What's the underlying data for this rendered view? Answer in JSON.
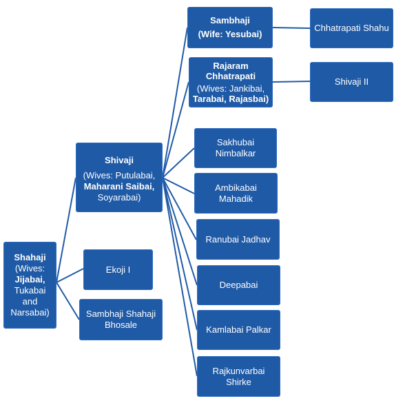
{
  "colors": {
    "node_fill": "#1f5aa6",
    "node_border": "#2e6cc0",
    "connector": "#1f5aa6",
    "text": "#ffffff"
  },
  "nodes": {
    "shahaji": {
      "lines": [
        "Shahaji",
        "(Wives:",
        "Jijabai,",
        "Tukabai",
        "and",
        "Narsabai)"
      ]
    },
    "shivaji": {
      "lines": [
        "Shivaji",
        "(Wives: Putulabai,",
        "Maharani Saibai,",
        "Soyarabai)"
      ]
    },
    "ekoji": {
      "lines": [
        "Ekoji I"
      ]
    },
    "sambhaji_shahaji": {
      "lines": [
        "Sambhaji Shahaji",
        "Bhosale"
      ]
    },
    "sambhaji": {
      "lines": [
        "Sambhaji",
        "(Wife: Yesubai)"
      ]
    },
    "rajaram": {
      "lines": [
        "Rajaram",
        "Chhatrapati",
        "(Wives: Jankibai,",
        "Tarabai, Rajasbai)"
      ]
    },
    "sakhubai": {
      "lines": [
        "Sakhubai",
        "Nimbalkar"
      ]
    },
    "ambikabai": {
      "lines": [
        "Ambikabai",
        "Mahadik"
      ]
    },
    "ranubai": {
      "lines": [
        "Ranubai Jadhav"
      ]
    },
    "deepabai": {
      "lines": [
        "Deepabai"
      ]
    },
    "kamlabai": {
      "lines": [
        "Kamlabai Palkar"
      ]
    },
    "rajkunvarbai": {
      "lines": [
        "Rajkunvarbai",
        "Shirke"
      ]
    },
    "shahu": {
      "lines": [
        "Chhatrapati Shahu"
      ]
    },
    "shivaji2": {
      "lines": [
        "Shivaji II"
      ]
    }
  }
}
